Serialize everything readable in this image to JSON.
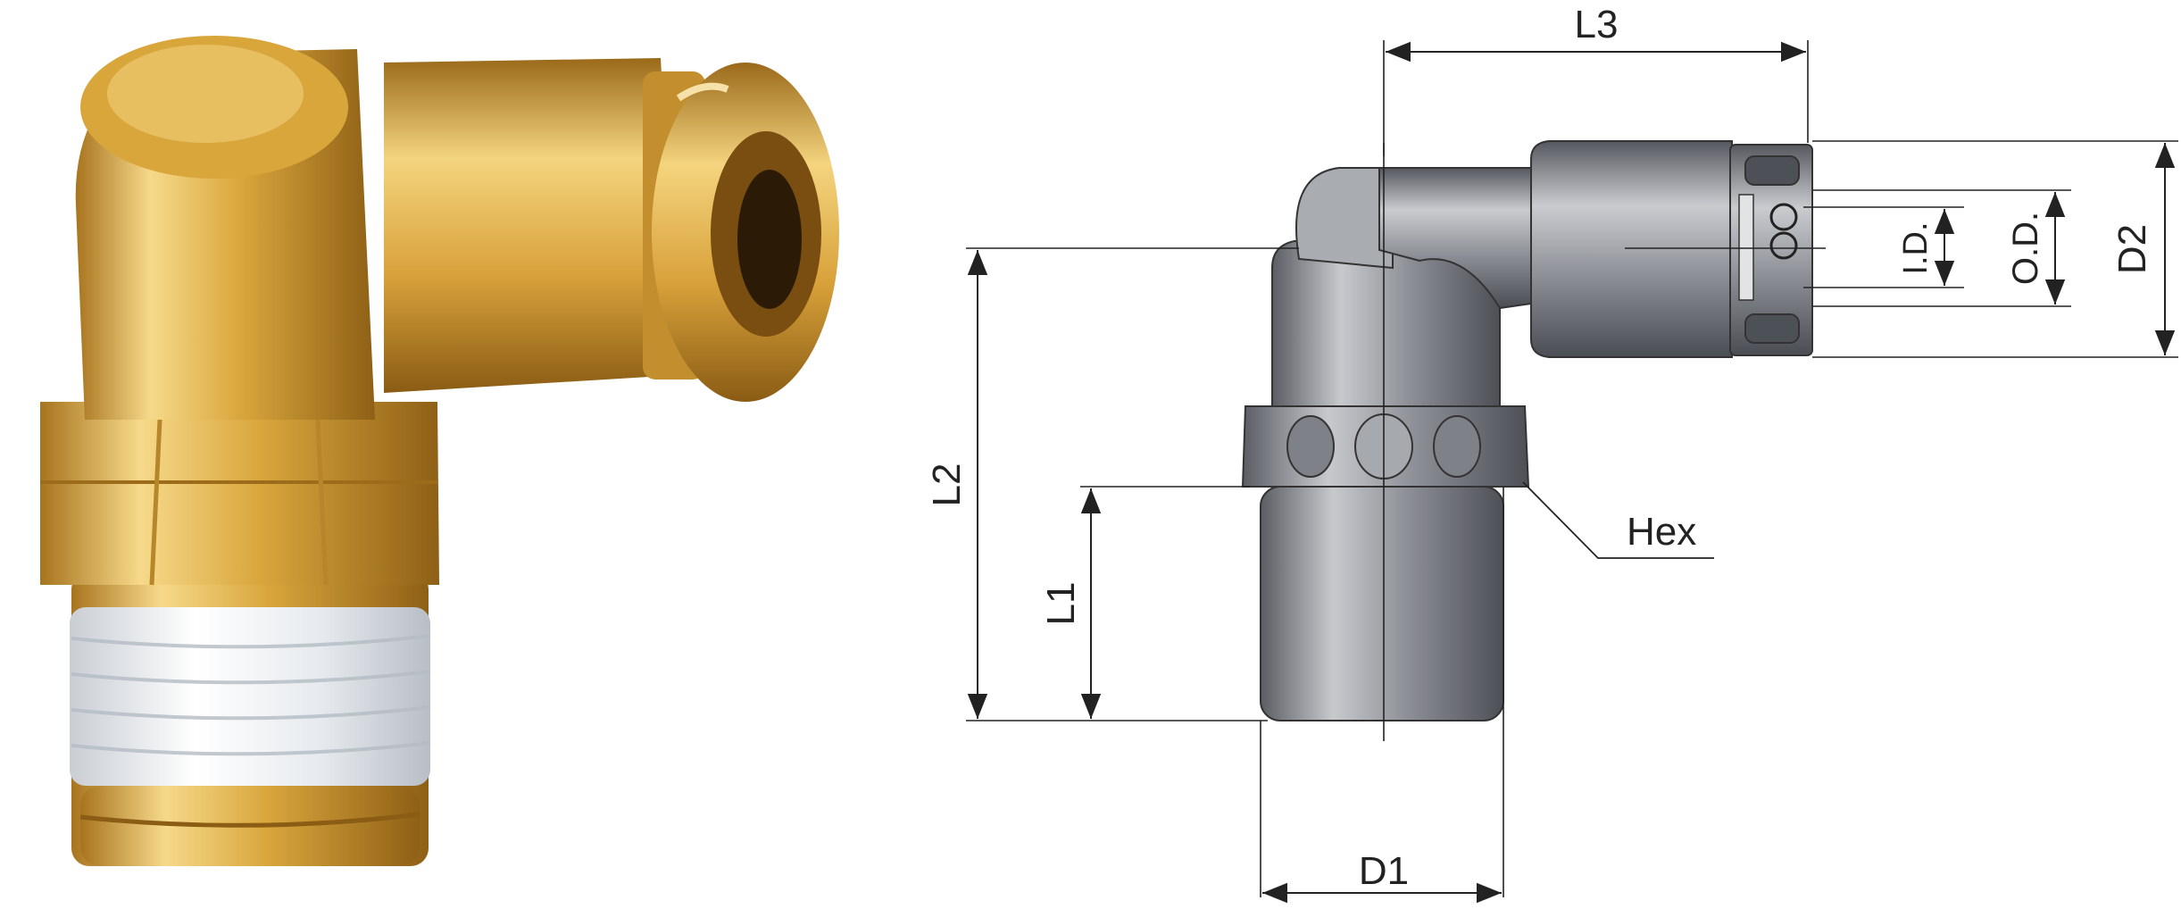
{
  "labels": {
    "l3": "L3",
    "l2": "L2",
    "l1": "L1",
    "d1": "D1",
    "d2": "D2",
    "id": "I.D.",
    "od": "O.D.",
    "hex": "Hex"
  },
  "colors": {
    "brass_light": "#f3d37a",
    "brass_mid": "#d9a63c",
    "brass_dark": "#9c6c1a",
    "thread_tape": "#eef2f6",
    "steel_light": "#c9cbcf",
    "steel_mid": "#8d9096",
    "steel_dark": "#4d5056",
    "line": "#222222"
  }
}
